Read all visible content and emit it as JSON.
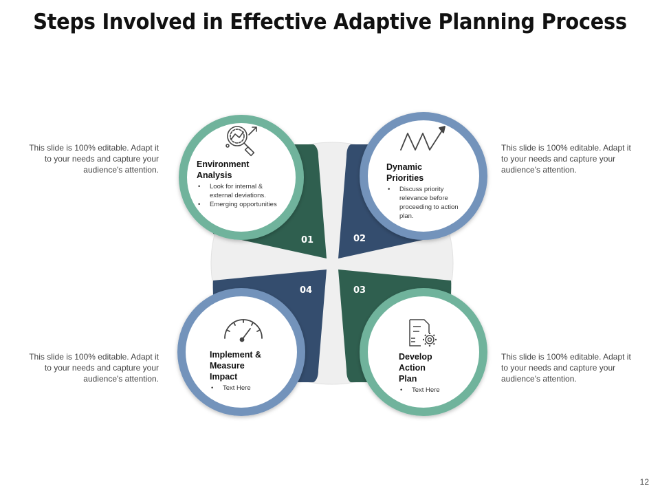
{
  "title": "Steps Involved in Effective Adaptive Planning Process",
  "side_texts": {
    "top_left": "This slide is 100% editable. Adapt it to your needs and capture your audience's attention.",
    "top_right": "This slide is 100% editable. Adapt it to your needs and capture your audience's attention.",
    "bottom_left": "This slide is 100% editable. Adapt it to your needs and capture your audience's attention.",
    "bottom_right": "This slide is 100% editable. Adapt it to your needs and capture your audience's attention."
  },
  "steps": [
    {
      "number": "01",
      "heading_line1": "Environment",
      "heading_line2": "Analysis",
      "bullets": [
        "Look for internal & external deviations.",
        "Emerging opportunities"
      ],
      "icon": "magnifier-chart-icon"
    },
    {
      "number": "02",
      "heading_line1": "Dynamic",
      "heading_line2": "Priorities",
      "bullets": [
        "Discuss priority relevance before proceeding to action plan."
      ],
      "icon": "zigzag-arrow-icon"
    },
    {
      "number": "03",
      "heading_line1": "Develop",
      "heading_line2": "Action",
      "heading_line3": "Plan",
      "bullets": [
        "Text Here"
      ],
      "icon": "document-gear-icon"
    },
    {
      "number": "04",
      "heading_line1": "Implement &",
      "heading_line2": "Measure",
      "heading_line3": "Impact",
      "bullets": [
        "Text Here"
      ],
      "icon": "gauge-icon"
    }
  ],
  "colors": {
    "dark_green": "#2f5f4f",
    "dark_blue": "#344d6e",
    "ring_green": "#6fb39c",
    "ring_blue": "#7393bb",
    "center_gray": "#efefef"
  },
  "page_number": "12"
}
